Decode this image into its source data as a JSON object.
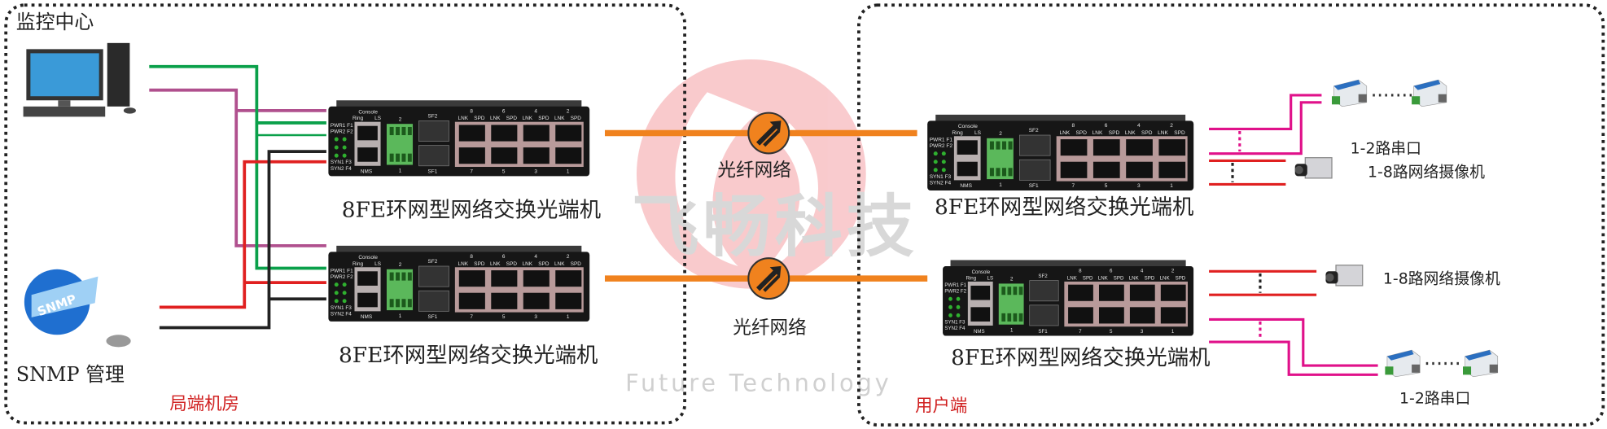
{
  "labels": {
    "monitor_center": "监控中心",
    "snmp_manage": "SNMP 管理",
    "central_room": "局端机房",
    "user_side": "用户端",
    "fiber_network": "光纤网络",
    "device_name": "8FE环网型网络交换光端机",
    "serial_ports": "1-2路串口",
    "cameras": "1-8路网络摄像机",
    "snmp_globe": "SNMP"
  },
  "watermark": {
    "brand_cn": "飞畅科技",
    "brand_en": "Future Technology"
  },
  "switch_panel": {
    "console": "Console",
    "ring": "Ring",
    "ls": "LS",
    "nms": "NMS",
    "sf1": "SF1",
    "sf2": "SF2",
    "lnk": "LNK",
    "spd": "SPD",
    "pwr": "PWR1 F1",
    "pwr2": "PWR2 F2",
    "syn": "SYN1 F3",
    "syn2": "SYN2 F4",
    "top_ports": [
      "8",
      "6",
      "4",
      "2"
    ],
    "bottom_ports": [
      "7",
      "5",
      "3",
      "1"
    ],
    "term_top": "2",
    "term_bottom": "1"
  },
  "colors": {
    "fiber": "#f0821e",
    "green": "#0aa04a",
    "purple": "#b0508e",
    "red": "#e02020",
    "black": "#222222",
    "pink": "#e0118a",
    "zone_label": "#d02020"
  }
}
